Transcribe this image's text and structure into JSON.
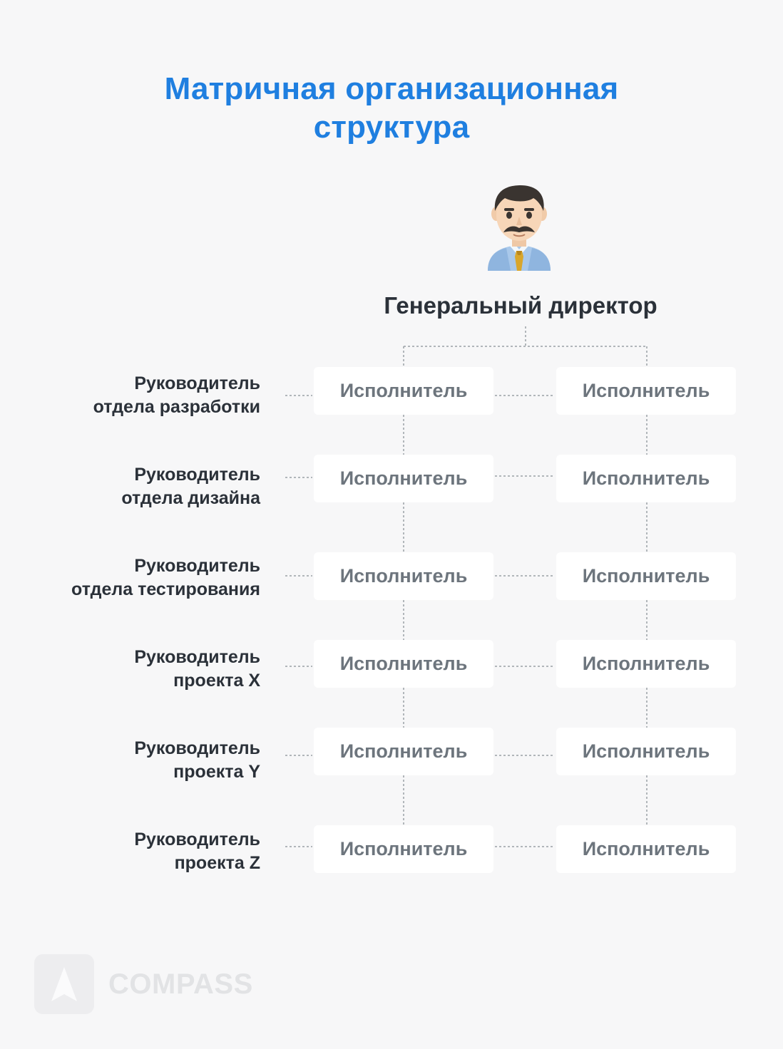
{
  "title": {
    "line1": "Матричная организационная",
    "line2": "структура"
  },
  "director": {
    "label": "Генеральный директор",
    "icon": "businessman-emoji-icon"
  },
  "rows": [
    {
      "manager_line1": "Руководитель",
      "manager_line2": "отдела разработки",
      "exec_a": "Исполнитель",
      "exec_b": "Исполнитель"
    },
    {
      "manager_line1": "Руководитель",
      "manager_line2": "отдела дизайна",
      "exec_a": "Исполнитель",
      "exec_b": "Исполнитель"
    },
    {
      "manager_line1": "Руководитель",
      "manager_line2": "отдела тестирования",
      "exec_a": "Исполнитель",
      "exec_b": "Исполнитель"
    },
    {
      "manager_line1": "Руководитель",
      "manager_line2": "проекта X",
      "exec_a": "Исполнитель",
      "exec_b": "Исполнитель"
    },
    {
      "manager_line1": "Руководитель",
      "manager_line2": "проекта Y",
      "exec_a": "Исполнитель",
      "exec_b": "Исполнитель"
    },
    {
      "manager_line1": "Руководитель",
      "manager_line2": "проекта Z",
      "exec_a": "Исполнитель",
      "exec_b": "Исполнитель"
    }
  ],
  "brand": {
    "name": "COMPASS",
    "icon": "compass-logo-icon"
  },
  "colors": {
    "background": "#f7f7f8",
    "title": "#1f7fe0",
    "text_dark": "#2b3139",
    "text_muted": "#6d757d",
    "box": "#ffffff",
    "connector": "#9aa0a6"
  }
}
